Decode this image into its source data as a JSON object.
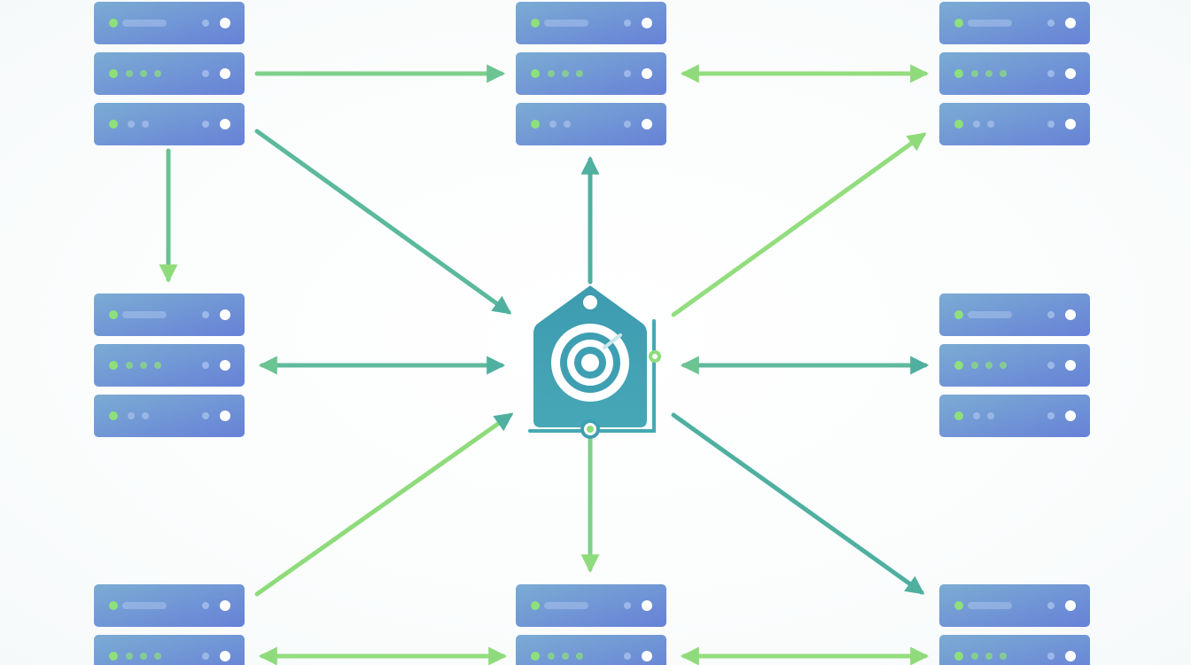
{
  "diagram": {
    "title": "",
    "center_node": {
      "icon": "tag-gear-hub-icon"
    },
    "server_nodes": [
      {
        "id": "server-top-left",
        "units": 3
      },
      {
        "id": "server-top-center",
        "units": 3
      },
      {
        "id": "server-top-right",
        "units": 3
      },
      {
        "id": "server-middle-left",
        "units": 3
      },
      {
        "id": "server-middle-right",
        "units": 3
      },
      {
        "id": "server-bottom-left",
        "units": 2
      },
      {
        "id": "server-bottom-center",
        "units": 2
      },
      {
        "id": "server-bottom-right",
        "units": 2
      }
    ],
    "connections": [
      {
        "from": "server-top-left",
        "to": "server-top-center",
        "direction": "forward"
      },
      {
        "from": "server-top-center",
        "to": "server-top-right",
        "direction": "both"
      },
      {
        "from": "server-top-left",
        "to": "server-middle-left",
        "direction": "forward"
      },
      {
        "from": "server-top-left",
        "to": "hub",
        "direction": "forward"
      },
      {
        "from": "hub",
        "to": "server-top-center",
        "direction": "forward"
      },
      {
        "from": "hub",
        "to": "server-top-right",
        "direction": "forward"
      },
      {
        "from": "server-middle-left",
        "to": "hub",
        "direction": "both"
      },
      {
        "from": "hub",
        "to": "server-middle-right",
        "direction": "both"
      },
      {
        "from": "server-bottom-left",
        "to": "hub",
        "direction": "forward"
      },
      {
        "from": "hub",
        "to": "server-bottom-center",
        "direction": "forward"
      },
      {
        "from": "hub",
        "to": "server-bottom-right",
        "direction": "forward"
      },
      {
        "from": "server-bottom-left",
        "to": "server-bottom-center",
        "direction": "both"
      },
      {
        "from": "server-bottom-center",
        "to": "server-bottom-right",
        "direction": "both"
      }
    ],
    "colors": {
      "server_top": "#7ea6d6",
      "server_bottom": "#6b86d6",
      "server_gradient_left": "#79a8d4",
      "server_gradient_right": "#6a82d8",
      "led": "#8ee07a",
      "led_dim": "#a9c2ec",
      "arrow_teal": "#4fb0a0",
      "arrow_green": "#93dd7e",
      "hub_teal": "#3f9fb2",
      "hub_green": "#8fdc7c"
    }
  }
}
